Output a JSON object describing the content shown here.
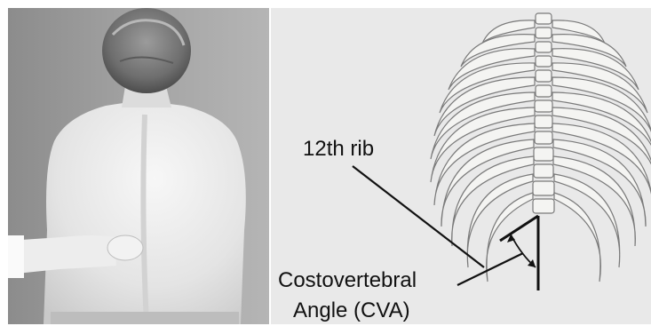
{
  "figure": {
    "panels": [
      {
        "kind": "photo",
        "subject": "patient-back-with-examiner-hand"
      },
      {
        "kind": "diagram",
        "subject": "posterior-rib-cage"
      }
    ],
    "labels": {
      "rib": "12th rib",
      "angle_line1": "Costovertebral",
      "angle_line2": "Angle (CVA)"
    },
    "colors": {
      "line": "#111111",
      "bone_fill": "#f4f4f2",
      "bone_stroke": "#7a7a7a",
      "panel_bg": "#e9e9e9"
    }
  }
}
